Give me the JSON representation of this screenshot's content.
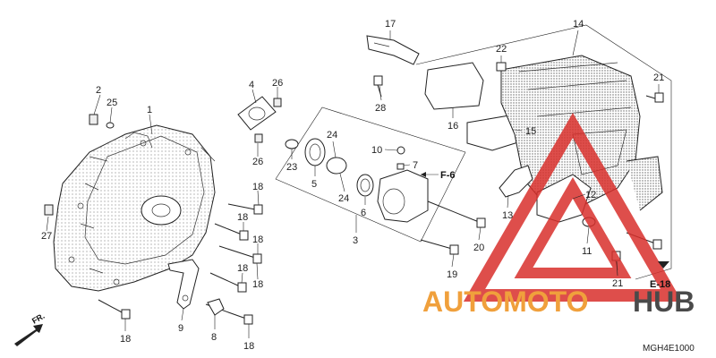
{
  "diagram": {
    "part_labels": {
      "p1": "1",
      "p2": "2",
      "p3": "3",
      "p4": "4",
      "p5": "5",
      "p6": "6",
      "p7": "7",
      "p8": "8",
      "p9": "9",
      "p10": "10",
      "p11": "11",
      "p12": "12",
      "p13": "13",
      "p14": "14",
      "p15": "15",
      "p16": "16",
      "p17": "17",
      "p18": "18",
      "p19": "19",
      "p20": "20",
      "p21": "21",
      "p22": "22",
      "p23": "23",
      "p24": "24",
      "p25": "25",
      "p26": "26",
      "p27": "27",
      "p28": "28"
    },
    "refs": {
      "f6": "F-6",
      "e18": "E-18"
    },
    "direction": "FR.",
    "drawing_code": "MGH4E1000"
  },
  "watermark": {
    "brand_part1": "AUTOMOTO",
    "brand_part2": "HUB",
    "color_accent": "#f0a03c",
    "color_dark": "#4a4a4a",
    "color_triangle": "#d9302c"
  }
}
